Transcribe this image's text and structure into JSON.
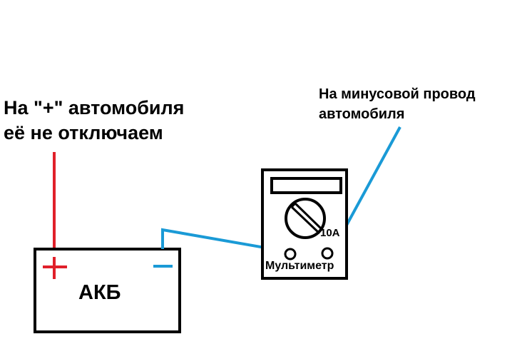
{
  "notes": {
    "positive_line1": "На \"+\" автомобиля",
    "positive_line2": "её не отключаем",
    "negative_line1": "На минусовой провод",
    "negative_line2": "автомобиля"
  },
  "battery": {
    "label": "АКБ"
  },
  "multimeter": {
    "label": "Мультиметр",
    "port_label": "10A"
  },
  "colors": {
    "positive_wire": "#e0202a",
    "negative_wire": "#1a9ad6",
    "outline": "#000000",
    "background": "#ffffff"
  },
  "icons": {
    "plus": "plus-sign-icon",
    "minus": "minus-sign-icon",
    "dial": "rotary-dial-icon"
  }
}
